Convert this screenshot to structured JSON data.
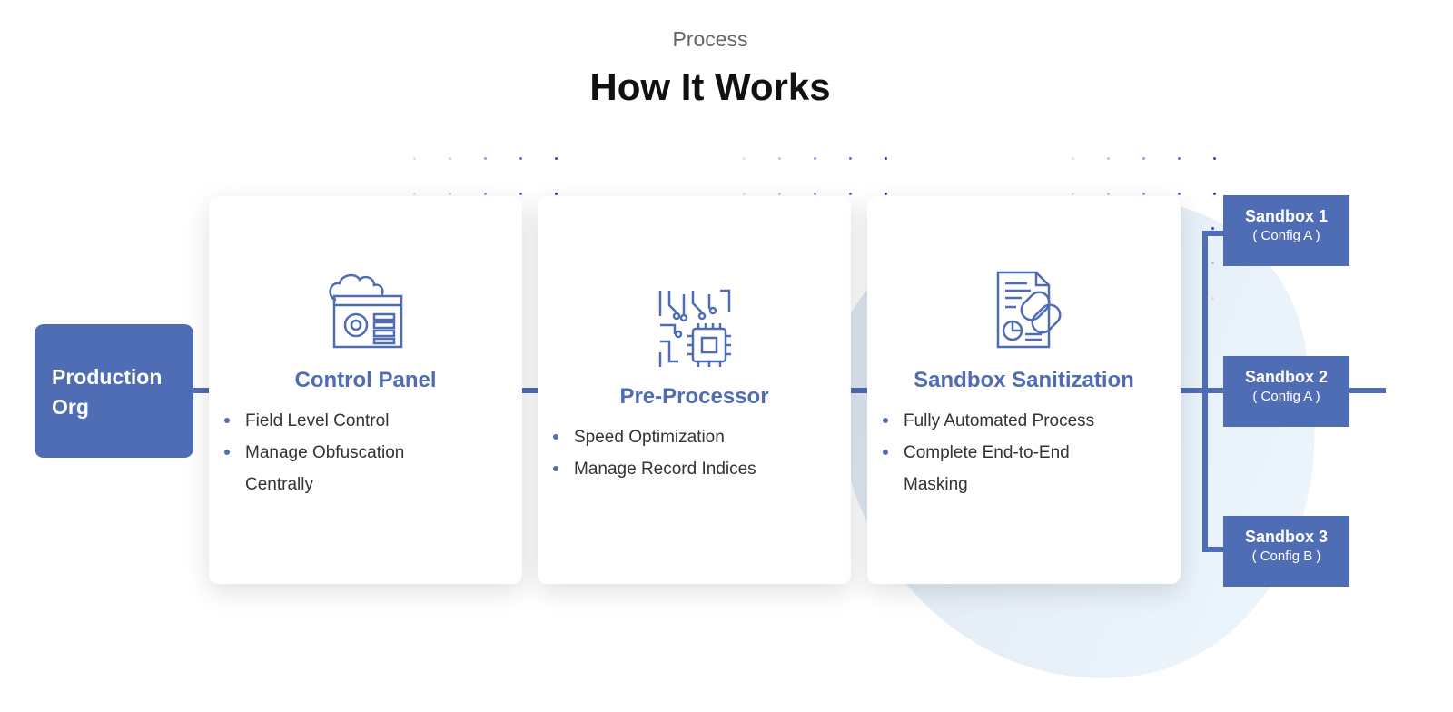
{
  "header": {
    "eyebrow": "Process",
    "title": "How It Works"
  },
  "source": {
    "label": "Production Org"
  },
  "steps": [
    {
      "title": "Control Panel",
      "icon": "cloud-control-panel-icon",
      "bullets": [
        "Field Level Control",
        "Manage Obfuscation",
        "Centrally"
      ]
    },
    {
      "title": "Pre-Processor",
      "icon": "circuit-chip-icon",
      "bullets": [
        "Speed Optimization",
        "Manage Record Indices"
      ]
    },
    {
      "title": "Sandbox Sanitization",
      "icon": "document-link-icon",
      "bullets": [
        "Fully Automated Process",
        "Complete End-to-End",
        "Masking"
      ]
    }
  ],
  "targets": [
    {
      "name": "Sandbox 1",
      "config": "( Config A )"
    },
    {
      "name": "Sandbox 2",
      "config": "( Config A )"
    },
    {
      "name": "Sandbox 3",
      "config": "( Config B )"
    }
  ],
  "colors": {
    "accent": "#4f6db5"
  }
}
